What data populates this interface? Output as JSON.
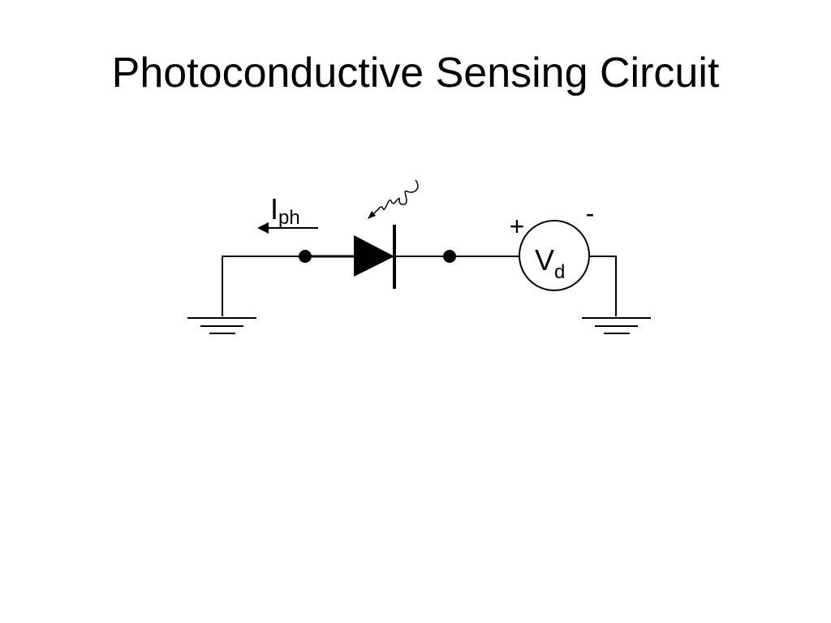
{
  "slide": {
    "title": "Photoconductive Sensing Circuit"
  },
  "circuit": {
    "current_label": {
      "main": "I",
      "sub": "ph"
    },
    "source_label": {
      "main": "V",
      "sub": "d"
    },
    "plus_sign": "+",
    "minus_sign": "-"
  }
}
